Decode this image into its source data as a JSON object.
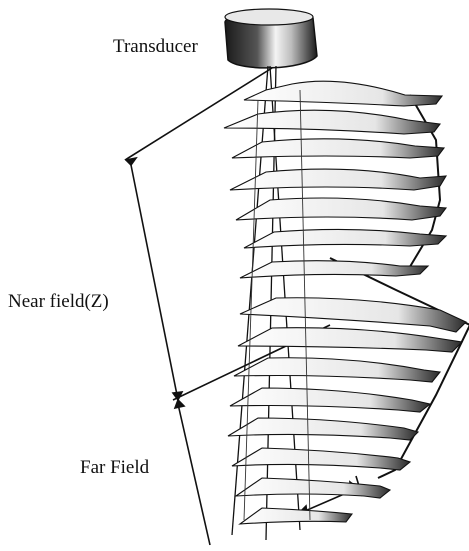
{
  "labels": {
    "transducer": "Transducer",
    "near_field": "Near field(Z)",
    "far_field": "Far Field"
  },
  "colors": {
    "ink": "#111111",
    "background": "#ffffff",
    "transducer_dark": "#1e1e1e",
    "transducer_light": "#f2f2f2"
  }
}
